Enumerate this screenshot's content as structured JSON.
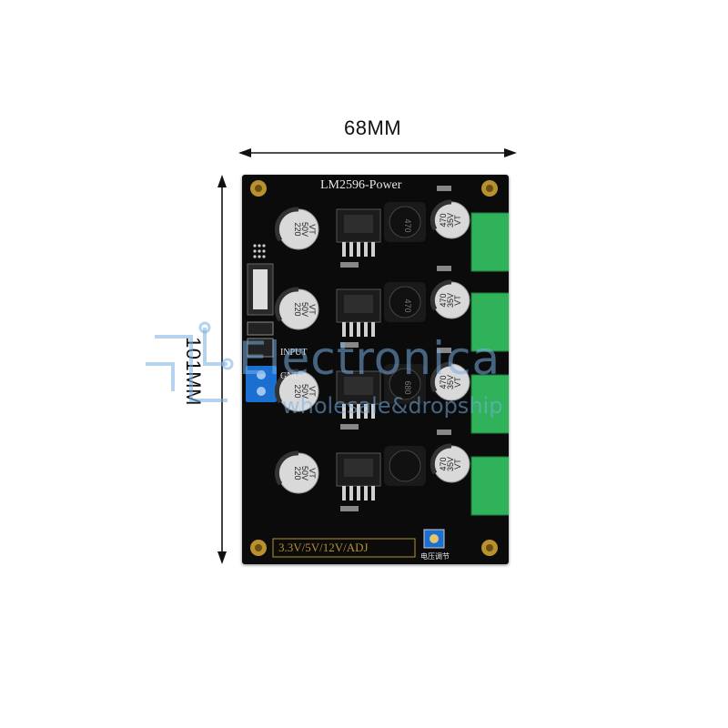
{
  "dimensions": {
    "width_label": "68MM",
    "height_label": "101MM"
  },
  "board": {
    "title": "LM2596-Power",
    "input_label": "INPUT",
    "gnd_label": "GND",
    "voltage_label": "3.3V/5V/12V/ADJ",
    "adjust_label": "电压调节",
    "input_cap_values": [
      "220",
      "50V",
      "VT"
    ],
    "output_cap_values": [
      "470",
      "35V",
      "VT"
    ],
    "inductor_labels": [
      "470",
      "470",
      "680",
      ""
    ]
  },
  "watermark": {
    "main": "Electronica",
    "sub": "wholesale&dropship"
  },
  "colors": {
    "pcb": "#0b0b0b",
    "terminal_green": "#2fb25a",
    "terminal_blue": "#1a6fd0",
    "dim_line": "#111111"
  }
}
